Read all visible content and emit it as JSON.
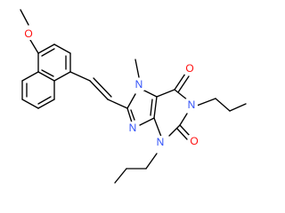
{
  "colors": {
    "background": "#ffffff",
    "bond": "#000000",
    "oxygen": "#ff0d0d",
    "nitrogen": "#3050f8"
  },
  "atoms": [
    {
      "id": "o1",
      "label": "O",
      "element": "oxygen"
    },
    {
      "id": "n1",
      "label": "N",
      "element": "nitrogen"
    },
    {
      "id": "n2",
      "label": "N",
      "element": "nitrogen"
    },
    {
      "id": "n3",
      "label": "N",
      "element": "nitrogen"
    },
    {
      "id": "n4",
      "label": "N",
      "element": "nitrogen"
    },
    {
      "id": "o2",
      "label": "O",
      "element": "oxygen"
    },
    {
      "id": "o3",
      "label": "O",
      "element": "oxygen"
    }
  ]
}
